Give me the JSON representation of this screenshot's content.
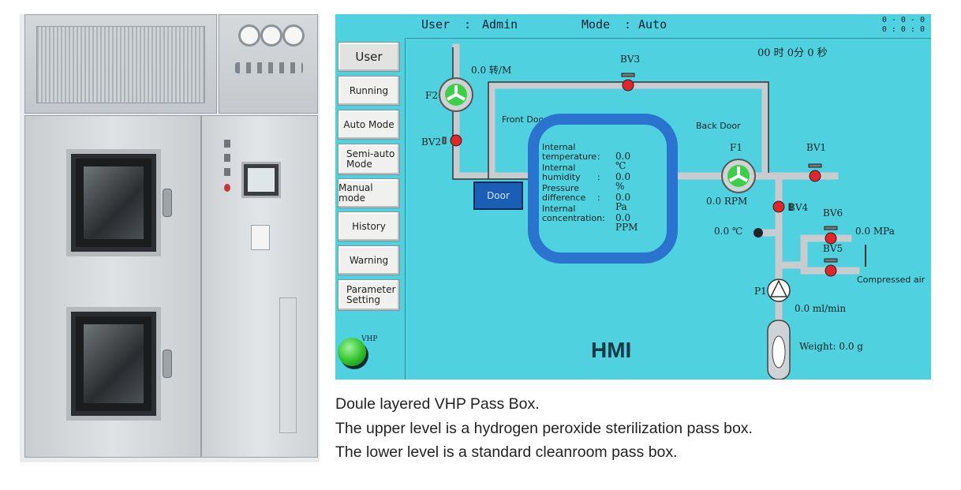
{
  "hmi": {
    "header": {
      "user_label": "User",
      "user_sep": ":",
      "user_value": "Admin",
      "mode_label": "Mode",
      "mode_sep": ":",
      "mode_value": "Auto",
      "clock_date": "0 - 0 - 0",
      "clock_time": "0 : 0 : 0"
    },
    "sidebar": {
      "items": [
        {
          "label": "User"
        },
        {
          "label": "Running"
        },
        {
          "label": "Auto Mode"
        },
        {
          "label": "Semi-auto Mode"
        },
        {
          "label": "Manual mode"
        },
        {
          "label": "History"
        },
        {
          "label": "Warning"
        },
        {
          "label": "Parameter Setting"
        }
      ],
      "vhp_button": "VHP"
    },
    "timer": "00 时 0分 0 秒",
    "fan_f2": {
      "label": "F2",
      "speed": "0.0 转/M"
    },
    "fan_f1": {
      "label": "F1",
      "rpm": "0.0 RPM"
    },
    "valves": {
      "bv1": "BV1",
      "bv2": "BV2",
      "bv3": "BV3",
      "bv4": "BV4",
      "bv5": "BV5",
      "bv6": "BV6"
    },
    "front_door": "Front Door",
    "back_door": "Back Door",
    "door_button": "Door",
    "chamber": {
      "temp_label": "Internal temperature",
      "temp_value": "0.0 ℃",
      "humid_label": "Internal humidity",
      "humid_value": "0.0 %",
      "press_label": "Pressure difference",
      "press_value": "0.0 Pa",
      "conc_label": "Internal concentration:",
      "conc_value": "0.0 PPM",
      "sep": ":"
    },
    "temperature_probe": "0.0 ℃",
    "pressure": "0.0 MPa",
    "compressed_air": "Compressed air",
    "pump": {
      "label": "P1",
      "flow": "0.0 ml/min"
    },
    "weight": "Weight: 0.0 g",
    "title": "HMI",
    "colors": {
      "background": "#4fd1df",
      "chamber": "#2a74d0",
      "door": "#1a5fb5",
      "valve": "#e0262b",
      "fan": "#3ecf4a"
    }
  },
  "caption": {
    "line1": "Doule layered VHP Pass Box.",
    "line2": "The upper level is a hydrogen peroxide sterilization pass box.",
    "line3": "The lower level is a standard cleanroom pass box."
  }
}
